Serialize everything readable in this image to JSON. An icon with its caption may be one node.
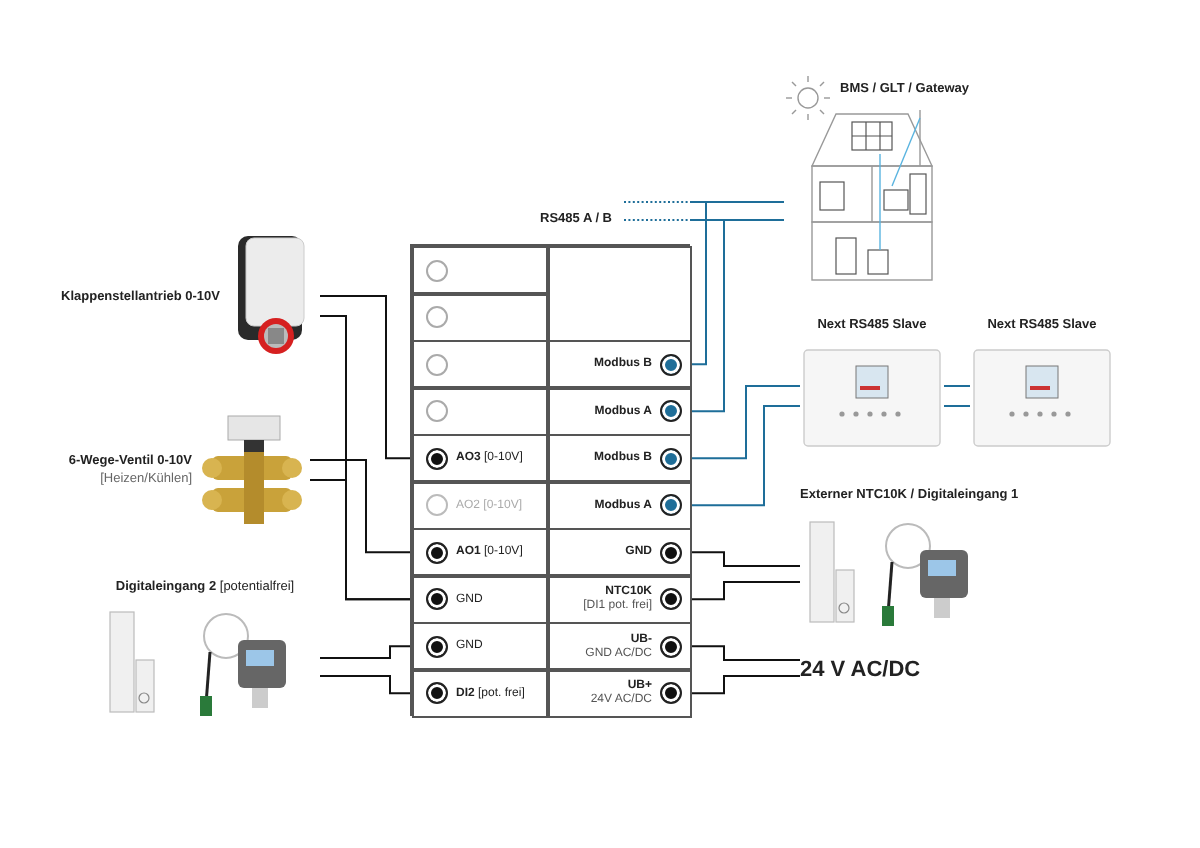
{
  "diagram": {
    "nodes": [
      {
        "text": [
          "Klappenstellantrieb 0-10V"
        ]
      },
      {
        "text": [
          "6-Wege-Ventil 0-10V",
          "[Heizen/Kühlen]"
        ]
      },
      {
        "text": [
          "**Digitaleingang 2** [potentialfrei]"
        ]
      },
      {
        "text": [],
        "shape": "box"
      },
      {
        "text": [],
        "shape": "circle",
        "in": 3
      },
      {
        "text": [],
        "shape": "circle",
        "in": 3
      },
      {
        "text": [],
        "shape": "circle",
        "in": 3
      },
      {
        "text": [
          "Modbus B"
        ],
        "in": 3
      },
      {
        "text": [],
        "shape": "circle",
        "in": 3
      },
      {
        "text": [
          "Modbus A"
        ],
        "in": 3
      },
      {
        "text": [
          "**AO3** [0-10V]"
        ],
        "in": 3
      },
      {
        "text": [
          "Modbus B"
        ],
        "in": 3
      },
      {
        "text": [
          "AO2 [0-10V]"
        ],
        "in": 3
      },
      {
        "text": [
          "Modbus A"
        ],
        "in": 3
      },
      {
        "text": [
          "**AO1** [0-10V]"
        ],
        "in": 3
      },
      {
        "text": [
          "GND"
        ],
        "in": 3
      },
      {
        "text": [
          "GND"
        ],
        "in": 3
      },
      {
        "text": [
          "NTC10K",
          "[DI1 pot. frei]"
        ],
        "in": 3
      },
      {
        "text": [
          "GND"
        ],
        "in": 3
      },
      {
        "text": [
          "UB-",
          "GND AC/DC"
        ],
        "in": 3
      },
      {
        "text": [
          "**DI2** [pot. frei]"
        ],
        "in": 3
      },
      {
        "text": [
          "UB+",
          "24V AC/DC"
        ],
        "in": 3
      },
      {
        "text": [
          "BMS / GLT / Gateway"
        ]
      },
      {
        "text": [
          "Next RS485 Slave"
        ]
      },
      {
        "text": [
          "Next RS485 Slave"
        ]
      },
      {
        "text": [
          "Externer NTC10K / Digitaleingang 1"
        ]
      },
      {
        "text": [
          "24 V AC/DC"
        ]
      }
    ],
    "edges": [
      {
        "from": 0,
        "to": 10,
        "arrow": "none"
      },
      {
        "from": 0,
        "to": 16,
        "arrow": "none"
      },
      {
        "from": 1,
        "to": 14,
        "arrow": "none"
      },
      {
        "from": 1,
        "to": 16,
        "arrow": "none"
      },
      {
        "from": 2,
        "to": 18,
        "arrow": "none"
      },
      {
        "from": 2,
        "to": 20,
        "arrow": "none"
      },
      {
        "from": 7,
        "to": 22,
        "arrow": "none",
        "color": "#1e6e99"
      },
      {
        "from": 9,
        "to": 22,
        "arrow": "none",
        "color": "#1e6e99"
      },
      {
        "from": 11,
        "to": 23,
        "arrow": "none",
        "color": "#1e6e99"
      },
      {
        "from": 13,
        "to": 23,
        "arrow": "none",
        "color": "#1e6e99"
      },
      {
        "from": 23,
        "to": 24,
        "arrow": "none",
        "color": "#1e6e99"
      },
      {
        "from": 23,
        "to": 24,
        "arrow": "none",
        "color": "#1e6e99"
      },
      {
        "from": 15,
        "to": 25,
        "arrow": "none"
      },
      {
        "from": 17,
        "to": 25,
        "arrow": "none"
      },
      {
        "from": 19,
        "to": 26,
        "arrow": "none"
      },
      {
        "from": 21,
        "to": 26,
        "arrow": "none"
      }
    ],
    "labels": [
      "RS485 A / B"
    ]
  }
}
